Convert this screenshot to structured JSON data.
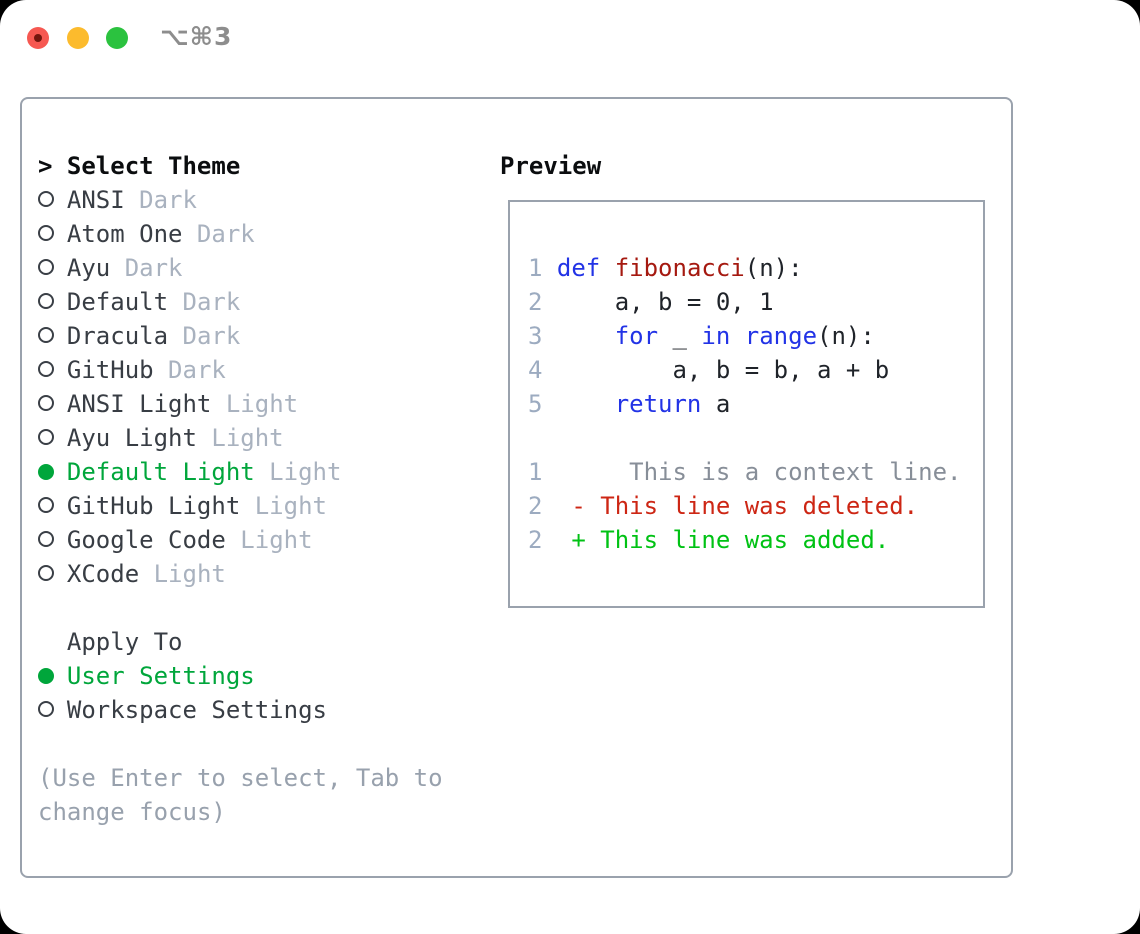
{
  "window": {
    "title": "⌥⌘3",
    "traffic_lights": [
      "close",
      "minimize",
      "zoom"
    ]
  },
  "colors": {
    "accent_selected_green": "#00a63b",
    "diff_added_green": "#00c214",
    "diff_deleted_red": "#cd2614",
    "diff_context_gray": "#878e98",
    "keyword_blue": "#2233e6",
    "function_red": "#a51910",
    "code_plain": "#1f2329",
    "line_number_gray": "#9cabc0",
    "item_text": "#383d44",
    "variant_gray": "#a9b2bf",
    "hint_gray": "#98a1ad",
    "border_gray": "#9aa2ad",
    "title_gray": "#8d8d8d",
    "header_black": "#0b0d0f",
    "radio_ring": "#3a3f46",
    "traffic_red": "#f65851",
    "traffic_red_dot": "#73160e",
    "traffic_yellow": "#fcbb2d",
    "traffic_green": "#2bc23f"
  },
  "theme_list": {
    "header_prefix": ">",
    "header_label": "Select Theme",
    "items": [
      {
        "name": "ANSI",
        "variant": "Dark",
        "selected": false
      },
      {
        "name": "Atom One",
        "variant": "Dark",
        "selected": false
      },
      {
        "name": "Ayu",
        "variant": "Dark",
        "selected": false
      },
      {
        "name": "Default",
        "variant": "Dark",
        "selected": false
      },
      {
        "name": "Dracula",
        "variant": "Dark",
        "selected": false
      },
      {
        "name": "GitHub",
        "variant": "Dark",
        "selected": false
      },
      {
        "name": "ANSI Light",
        "variant": "Light",
        "selected": false
      },
      {
        "name": "Ayu Light",
        "variant": "Light",
        "selected": false
      },
      {
        "name": "Default Light",
        "variant": "Light",
        "selected": true
      },
      {
        "name": "GitHub Light",
        "variant": "Light",
        "selected": false
      },
      {
        "name": "Google Code",
        "variant": "Light",
        "selected": false
      },
      {
        "name": "XCode",
        "variant": "Light",
        "selected": false
      }
    ]
  },
  "apply_to": {
    "header": "Apply To",
    "options": [
      {
        "label": "User Settings",
        "selected": true
      },
      {
        "label": "Workspace Settings",
        "selected": false
      }
    ]
  },
  "hint": {
    "line1": "(Use Enter to select, Tab to",
    "line2": "change focus)"
  },
  "preview": {
    "title": "Preview",
    "code_lines": [
      {
        "num": "1",
        "segments": [
          {
            "t": "def",
            "c": "keyword"
          },
          {
            "t": " ",
            "c": "plain"
          },
          {
            "t": "fibonacci",
            "c": "function"
          },
          {
            "t": "(n):",
            "c": "plain"
          }
        ]
      },
      {
        "num": "2",
        "segments": [
          {
            "t": "    a, b = 0, 1",
            "c": "plain"
          }
        ]
      },
      {
        "num": "3",
        "segments": [
          {
            "t": "    ",
            "c": "plain"
          },
          {
            "t": "for",
            "c": "keyword"
          },
          {
            "t": " _ ",
            "c": "plain"
          },
          {
            "t": "in",
            "c": "keyword"
          },
          {
            "t": " ",
            "c": "plain"
          },
          {
            "t": "range",
            "c": "keyword"
          },
          {
            "t": "(n):",
            "c": "plain"
          }
        ]
      },
      {
        "num": "4",
        "segments": [
          {
            "t": "        a, b = b, a + b",
            "c": "plain"
          }
        ]
      },
      {
        "num": "5",
        "segments": [
          {
            "t": "    ",
            "c": "plain"
          },
          {
            "t": "return",
            "c": "keyword"
          },
          {
            "t": " a",
            "c": "plain"
          }
        ]
      },
      {
        "num": "",
        "segments": []
      },
      {
        "num": "1",
        "segments": [
          {
            "t": "     This is a context line.",
            "c": "context"
          }
        ]
      },
      {
        "num": "2",
        "segments": [
          {
            "t": " - This line was deleted.",
            "c": "deleted"
          }
        ]
      },
      {
        "num": "2",
        "segments": [
          {
            "t": " + This line was added.",
            "c": "added"
          }
        ]
      }
    ]
  }
}
